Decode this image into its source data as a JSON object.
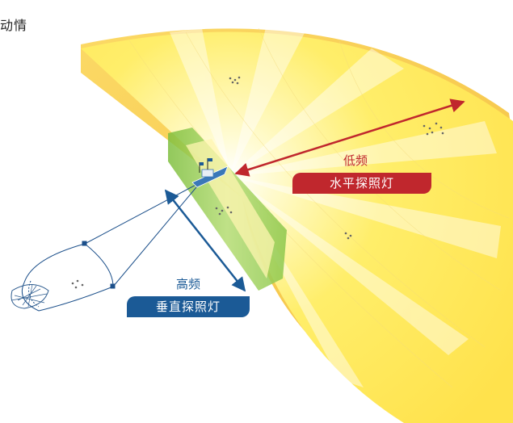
{
  "header": {
    "partial_text": "动情"
  },
  "labels": {
    "low_freq": "低频",
    "horizontal_sonar": "水平探照灯",
    "high_freq": "高频",
    "vertical_sonar": "垂直探照灯"
  },
  "colors": {
    "horizontal_accent": "#c0272d",
    "vertical_accent": "#1b5a96",
    "fan_yellow": "#ffe75a",
    "fan_side": "#f7c12e",
    "vertical_beam_green": "#9ccf5c"
  },
  "icons": [
    "fishing-boat-icon",
    "fish-school-icon",
    "trawl-net-icon",
    "double-arrow-icon"
  ]
}
